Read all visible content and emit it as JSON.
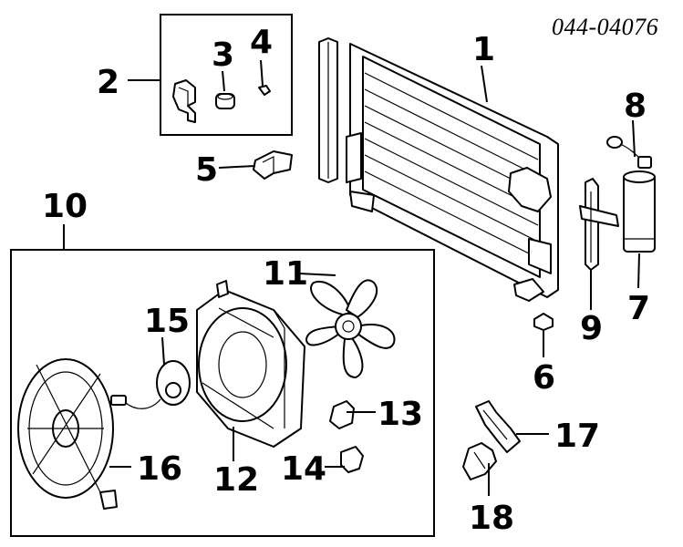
{
  "diagram": {
    "reference_number": "044-04076",
    "callouts": {
      "c1": "1",
      "c2": "2",
      "c3": "3",
      "c4": "4",
      "c5": "5",
      "c6": "6",
      "c7": "7",
      "c8": "8",
      "c9": "9",
      "c10": "10",
      "c11": "11",
      "c12": "12",
      "c13": "13",
      "c14": "14",
      "c15": "15",
      "c16": "16",
      "c17": "17",
      "c18": "18"
    }
  }
}
